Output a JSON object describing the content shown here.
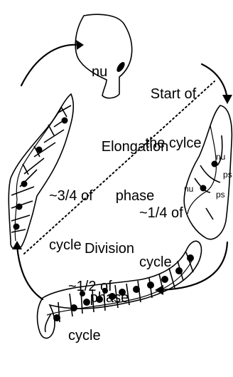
{
  "labels": {
    "nu_top": "nu",
    "start": [
      "Start of",
      "the cylce"
    ],
    "elongation": [
      "Elongation",
      "phase"
    ],
    "three_quarter": [
      "~3/4 of",
      "cycle"
    ],
    "one_quarter": [
      "~1/4 of",
      "cycle"
    ],
    "division": [
      "Division",
      "phase"
    ],
    "one_half": [
      "~1/2 of",
      "cycle"
    ],
    "cell_right": {
      "nu_a": "nu",
      "nu_b": "nu",
      "ps_a": "ps",
      "ps_b": "ps"
    }
  },
  "colors": {
    "ink": "#000000",
    "background": "#ffffff"
  }
}
